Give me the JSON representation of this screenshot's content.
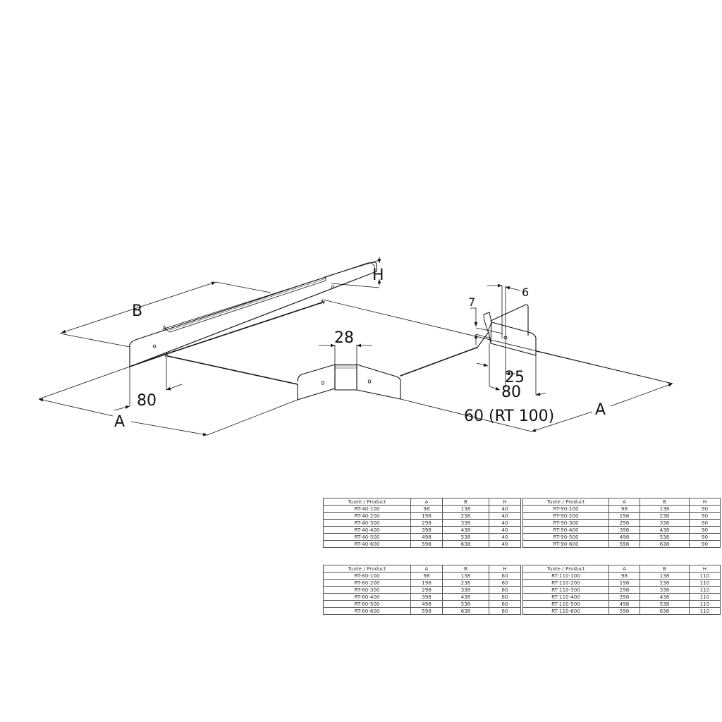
{
  "drawing": {
    "title": "RT cable tray tee isometric drawing",
    "dimensions": {
      "B": "B",
      "H": "H",
      "A_left": "A",
      "A_right": "A",
      "d80_left": "80",
      "d28": "28",
      "d7": "7",
      "d6": "6",
      "d25": "25",
      "d80_right": "80",
      "d60": "60 (RT 100)"
    }
  },
  "tables": [
    {
      "id": "rt-40",
      "headers": [
        "Tuote / Product",
        "A",
        "B",
        "H"
      ],
      "rows": [
        [
          "RT-40-100",
          "98",
          "138",
          "40"
        ],
        [
          "RT-40-200",
          "198",
          "238",
          "40"
        ],
        [
          "RT-40-300",
          "298",
          "338",
          "40"
        ],
        [
          "RT-40-400",
          "398",
          "438",
          "40"
        ],
        [
          "RT-40-500",
          "498",
          "538",
          "40"
        ],
        [
          "RT-40-600",
          "598",
          "638",
          "40"
        ]
      ]
    },
    {
      "id": "rt-90",
      "headers": [
        "Tuote / Product",
        "A",
        "B",
        "H"
      ],
      "rows": [
        [
          "RT-90-100",
          "98",
          "138",
          "90"
        ],
        [
          "RT-90-200",
          "198",
          "238",
          "90"
        ],
        [
          "RT-90-300",
          "298",
          "338",
          "90"
        ],
        [
          "RT-90-400",
          "398",
          "438",
          "90"
        ],
        [
          "RT-90-500",
          "498",
          "538",
          "90"
        ],
        [
          "RT-90-600",
          "598",
          "638",
          "90"
        ]
      ]
    },
    {
      "id": "rt-60",
      "headers": [
        "Tuote / Product",
        "A",
        "B",
        "H"
      ],
      "rows": [
        [
          "RT-60-100",
          "98",
          "138",
          "60"
        ],
        [
          "RT-60-200",
          "198",
          "238",
          "60"
        ],
        [
          "RT-60-300",
          "298",
          "338",
          "60"
        ],
        [
          "RT-60-400",
          "398",
          "438",
          "60"
        ],
        [
          "RT-60-500",
          "498",
          "538",
          "60"
        ],
        [
          "RT-60-600",
          "598",
          "638",
          "60"
        ]
      ]
    },
    {
      "id": "rt-110",
      "headers": [
        "Tuote / Product",
        "A",
        "B",
        "H"
      ],
      "rows": [
        [
          "RT-110-100",
          "98",
          "138",
          "110"
        ],
        [
          "RT-110-200",
          "198",
          "238",
          "110"
        ],
        [
          "RT-110-300",
          "298",
          "338",
          "110"
        ],
        [
          "RT-110-400",
          "398",
          "438",
          "110"
        ],
        [
          "RT-110-500",
          "498",
          "538",
          "110"
        ],
        [
          "RT-110-600",
          "598",
          "638",
          "110"
        ]
      ]
    }
  ]
}
